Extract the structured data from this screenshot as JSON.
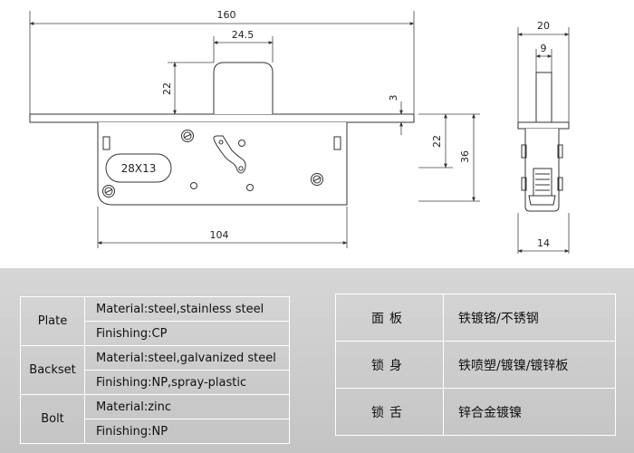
{
  "drawing": {
    "dims": {
      "overall_length": "160",
      "bolt_width": "24.5",
      "bolt_throw": "22",
      "plate_thickness": "3",
      "side_22": "22",
      "side_36": "36",
      "backset_length": "104",
      "side_width": "20",
      "side_bolt": "9",
      "side_depth": "14"
    },
    "slot_label": "28X13"
  },
  "spec_en": [
    {
      "group": "Plate",
      "lines": [
        "Material:steel,stainless steel",
        "Finishing:CP"
      ]
    },
    {
      "group": "Backset",
      "lines": [
        "Material:steel,galvanized steel",
        "Finishing:NP,spray-plastic"
      ]
    },
    {
      "group": "Bolt",
      "lines": [
        "Material:zinc",
        "Finishing:NP"
      ]
    }
  ],
  "spec_cn": [
    {
      "part": "面板",
      "desc": "铁镀铬/不锈钢"
    },
    {
      "part": "锁身",
      "desc": "铁喷塑/镀镍/镀锌板"
    },
    {
      "part": "锁舌",
      "desc": "锌合金镀镍"
    }
  ]
}
